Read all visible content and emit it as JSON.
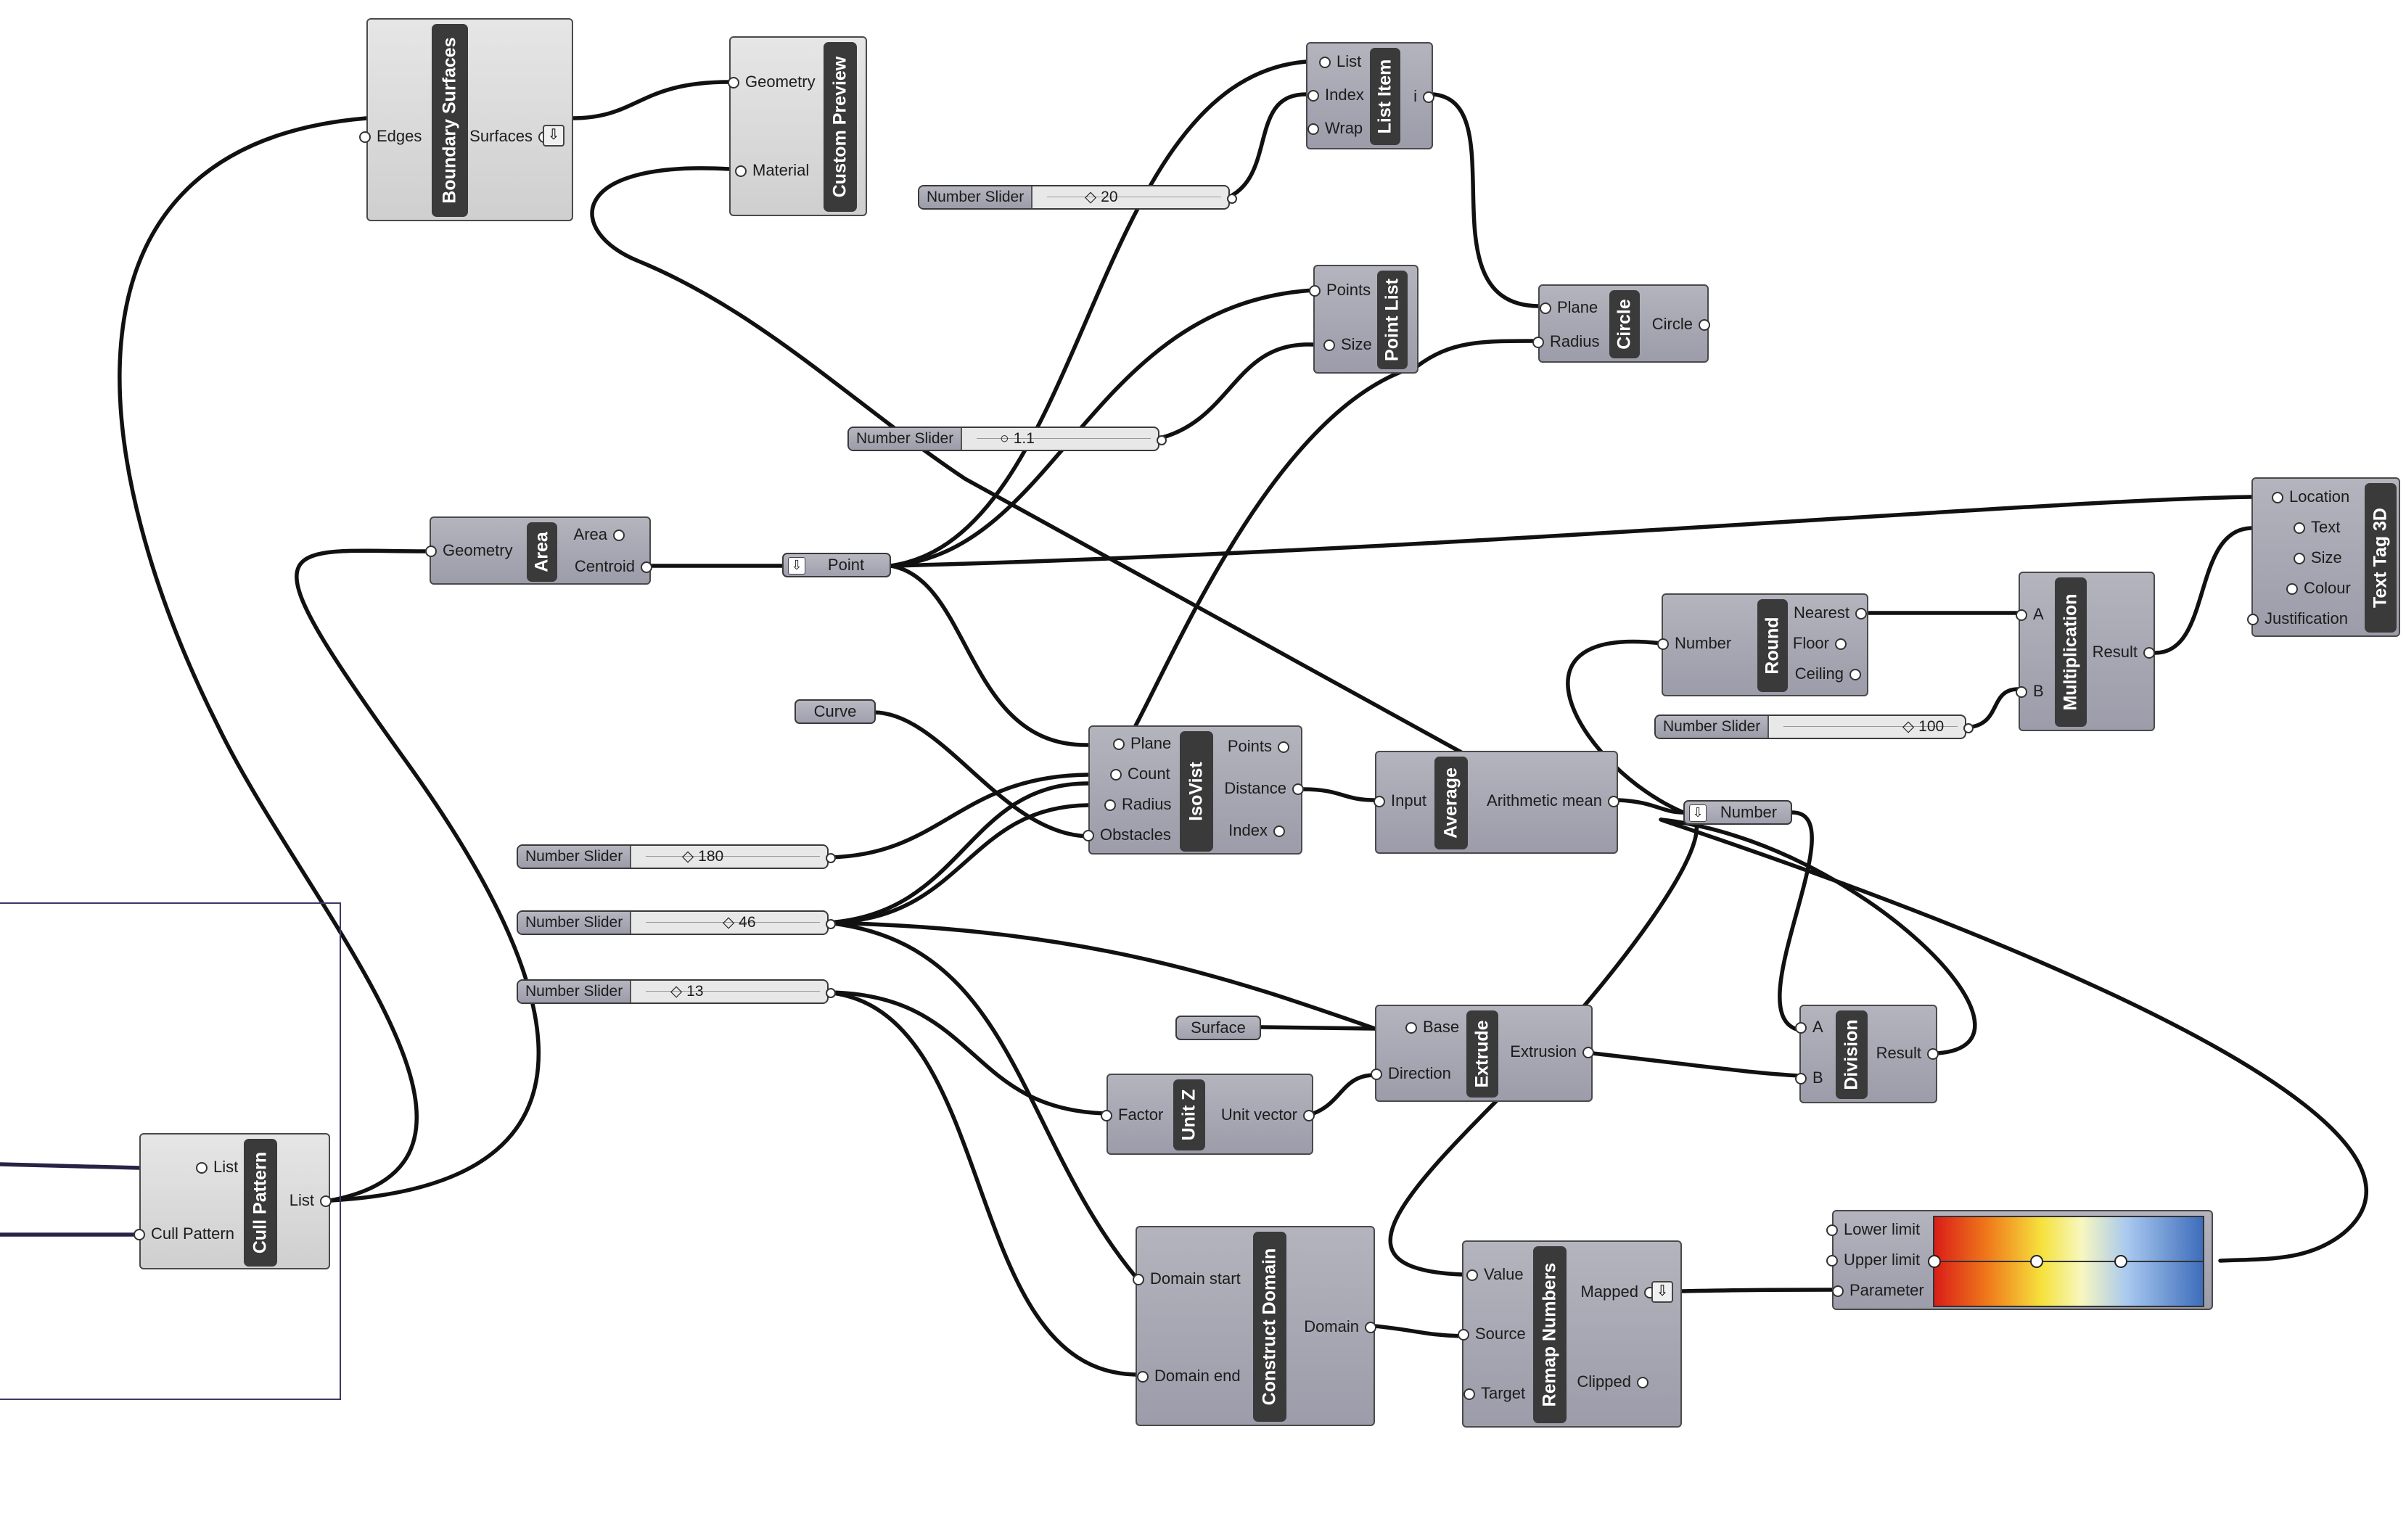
{
  "canvas": {
    "background": "#ffffff"
  },
  "components": {
    "boundary_surfaces": {
      "title": "Boundary Surfaces",
      "input": "Edges",
      "output": "Surfaces"
    },
    "custom_preview": {
      "title": "Custom Preview",
      "inputs": [
        "Geometry",
        "Material"
      ]
    },
    "list_item": {
      "title": "List Item",
      "inputs": [
        "List",
        "Index",
        "Wrap"
      ],
      "output": "i"
    },
    "point_list": {
      "title": "Point List",
      "inputs": [
        "Points",
        "Size"
      ]
    },
    "circle": {
      "title": "Circle",
      "inputs": [
        "Plane",
        "Radius"
      ],
      "output": "Circle"
    },
    "area": {
      "title": "Area",
      "input": "Geometry",
      "outputs": [
        "Area",
        "Centroid"
      ]
    },
    "text_tag_3d": {
      "title": "Text Tag 3D",
      "inputs": [
        "Location",
        "Text",
        "Size",
        "Colour",
        "Justification"
      ]
    },
    "round": {
      "title": "Round",
      "input": "Number",
      "outputs": [
        "Nearest",
        "Floor",
        "Ceiling"
      ]
    },
    "multiplication": {
      "title": "Multiplication",
      "inputs": [
        "A",
        "B"
      ],
      "output": "Result"
    },
    "isovist": {
      "title": "IsoVist",
      "inputs": [
        "Plane",
        "Count",
        "Radius",
        "Obstacles"
      ],
      "outputs": [
        "Points",
        "Distance",
        "Index"
      ]
    },
    "average": {
      "title": "Average",
      "input": "Input",
      "output": "Arithmetic mean"
    },
    "extrude": {
      "title": "Extrude",
      "inputs": [
        "Base",
        "Direction"
      ],
      "output": "Extrusion"
    },
    "division": {
      "title": "Division",
      "inputs": [
        "A",
        "B"
      ],
      "output": "Result"
    },
    "unit_z": {
      "title": "Unit Z",
      "input": "Factor",
      "output": "Unit vector"
    },
    "construct_domain": {
      "title": "Construct Domain",
      "inputs": [
        "Domain start",
        "Domain end"
      ],
      "output": "Domain"
    },
    "remap_numbers": {
      "title": "Remap Numbers",
      "inputs": [
        "Value",
        "Source",
        "Target"
      ],
      "outputs": [
        "Mapped",
        "Clipped"
      ]
    },
    "cull_pattern": {
      "title": "Cull Pattern",
      "inputs": [
        "List",
        "Cull Pattern"
      ],
      "output": "List"
    },
    "gradient": {
      "inputs": [
        "Lower limit",
        "Upper limit",
        "Parameter"
      ],
      "colors": [
        "#d91e18",
        "#f07a1b",
        "#f6e23d",
        "#f7f7c0",
        "#a8c8ef",
        "#3d6dbb"
      ]
    }
  },
  "params": {
    "point": "Point",
    "curve": "Curve",
    "number": "Number",
    "surface": "Surface"
  },
  "sliders": [
    {
      "label": "Number Slider",
      "value": "20"
    },
    {
      "label": "Number Slider",
      "value": "1.1"
    },
    {
      "label": "Number Slider",
      "value": "100"
    },
    {
      "label": "Number Slider",
      "value": "180"
    },
    {
      "label": "Number Slider",
      "value": "46"
    },
    {
      "label": "Number Slider",
      "value": "13"
    }
  ],
  "icons": {
    "flatten": "down-arrow-icon"
  }
}
